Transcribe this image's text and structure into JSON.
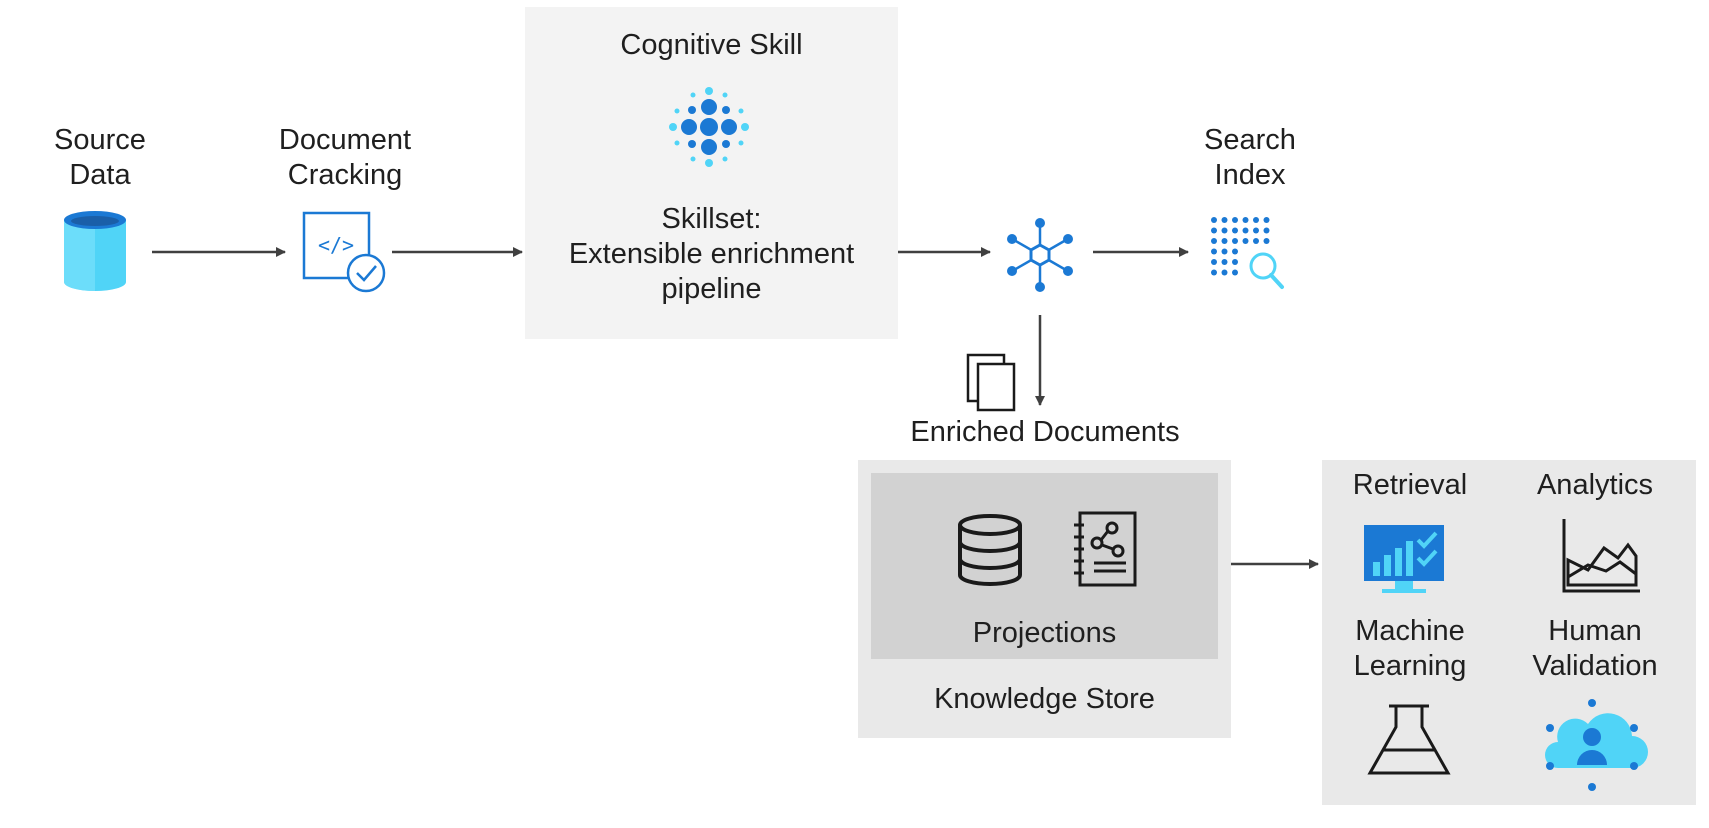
{
  "nodes": {
    "source": {
      "label_line1": "Source",
      "label_line2": "Data",
      "icon": "database-cylinder-icon"
    },
    "cracking": {
      "label_line1": "Document",
      "label_line2": "Cracking",
      "icon": "code-document-check-icon"
    },
    "cognitive": {
      "title": "Cognitive Skill",
      "skillset_line1": "Skillset:",
      "skillset_line2": "Extensible enrichment",
      "skillset_line3": "pipeline",
      "icon": "cognitive-dots-icon"
    },
    "hub": {
      "icon": "network-hub-icon"
    },
    "search": {
      "label_line1": "Search",
      "label_line2": "Index",
      "icon": "search-index-icon"
    },
    "enriched": {
      "label": "Enriched Documents",
      "icon": "documents-icon"
    },
    "knowledge_store": {
      "projections_label": "Projections",
      "label": "Knowledge Store",
      "icons": [
        "database-icon",
        "notebook-share-icon"
      ]
    },
    "outputs": {
      "retrieval": {
        "label": "Retrieval",
        "icon": "monitor-chart-check-icon"
      },
      "analytics": {
        "label": "Analytics",
        "icon": "area-chart-icon"
      },
      "ml": {
        "label_line1": "Machine",
        "label_line2": "Learning",
        "icon": "flask-icon"
      },
      "human": {
        "label_line1": "Human",
        "label_line2": "Validation",
        "icon": "cloud-person-icon"
      }
    }
  },
  "colors": {
    "primary": "#1b79d4",
    "light": "#50d4f7",
    "arrow": "#404040",
    "panel": "#f3f3f3",
    "panel2": "#e9e9e9",
    "panel3": "#d2d2d2"
  }
}
